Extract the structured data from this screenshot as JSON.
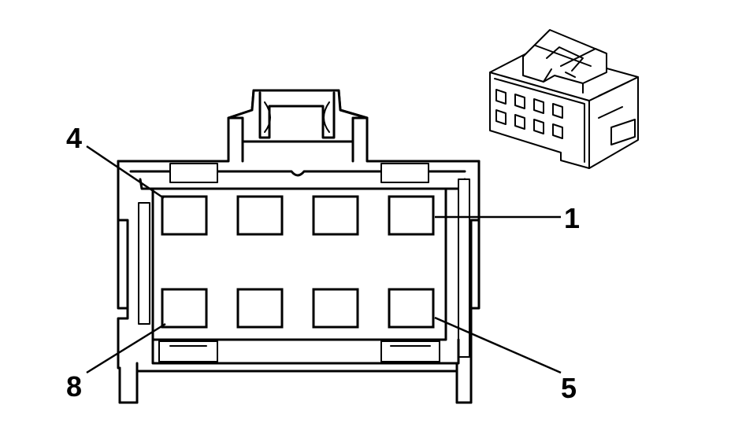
{
  "pin_labels": {
    "pin_1": "1",
    "pin_4": "4",
    "pin_5": "5",
    "pin_8": "8"
  }
}
